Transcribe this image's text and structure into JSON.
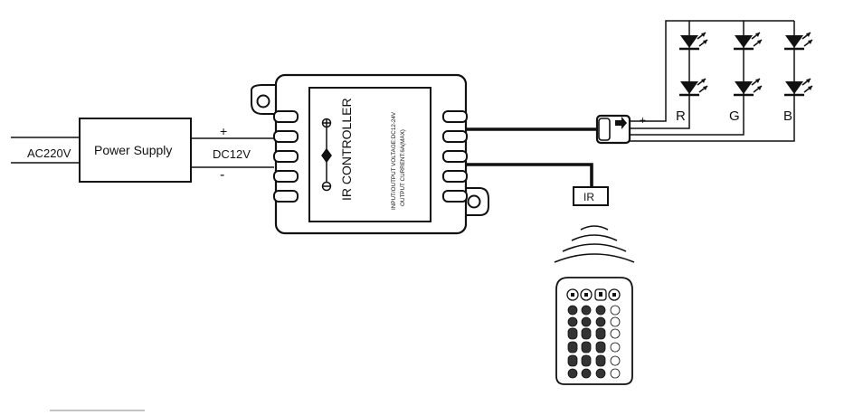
{
  "input": {
    "ac_label": "AC220V"
  },
  "power_supply": {
    "label": "Power Supply"
  },
  "dc_output": {
    "plus": "+",
    "label": "DC12V",
    "minus": "-"
  },
  "controller": {
    "title": "IR CONTROLLER",
    "spec_line1": "INPUT/OUTPUT VOLTAGE:DC12-24V",
    "spec_line2": "OUTPUT CURRENT:6A(MAX)"
  },
  "ir_receiver": {
    "label": "IR"
  },
  "led_connector": {
    "plus": "+"
  },
  "led_channels": [
    {
      "label": "R"
    },
    {
      "label": "G"
    },
    {
      "label": "B"
    }
  ],
  "colors": {
    "ink": "#111111",
    "background": "#ffffff",
    "remote_button": "#333333"
  }
}
